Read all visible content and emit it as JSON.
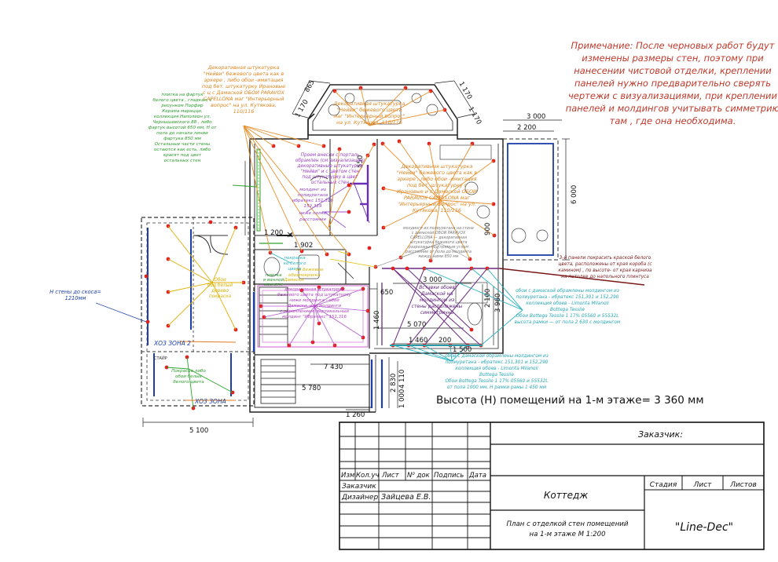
{
  "note": {
    "lines": [
      "Примечание: После  черновых работ будут",
      "изменены размеры стен, поэтому при",
      "нанесении чистовой отделки, креплении",
      "панелей нужно предварительно сверять",
      "чертежи с визуализациями, при креплении",
      "панелей и молдингов учитывать симметрию",
      "там , где она необходима."
    ],
    "color": "#c0392b"
  },
  "height_label": "Высота (Н) помещений на 1-м этаже= 3 360 мм",
  "dimensions": {
    "d1170a": "1 170",
    "d865": "865",
    "d1170b": "1 170",
    "d1170c": "1 170",
    "d3000a": "3 000",
    "d2200": "2 200",
    "d6000": "6 000",
    "d1200": "1 200",
    "d550": "550",
    "d900": "900",
    "d1902": "1 902",
    "d3000b": "3 000",
    "d650": "650",
    "d2100": "2 100",
    "d3960": "3 960",
    "d1460": "1 460",
    "d5070": "5 070",
    "d1460b": "1 460",
    "d200": "200",
    "d1500": "1 500",
    "d7430": "7 430",
    "d5780": "5 780",
    "d2830": "2 830",
    "d1260": "1 260",
    "d5100": "5 100",
    "d4110": "4 110",
    "d1000": "1 000"
  },
  "annotations": {
    "orange_a": [
      "Декоративная штукатурка",
      "\"Нейви\" бежевого цвета как в",
      "эркере , либо обои -имитация",
      "под бет. штукатурку Ирановые",
      "с ц с Дамаской ОБОИ PARAVOX",
      "CAPELLONA маг \"Интерьерный",
      "вопрос\" на ул. Кутякова,",
      "110/116"
    ],
    "orange_b": [
      "Декоративная штукатурка",
      "\"Нейви\" бежевого цвета",
      "маг \"Интерьерный вопрос\"",
      "на ул. Кутякова, 110/116"
    ],
    "orange_c": [
      "Декоративная штукатурка",
      "\"Нейви\" бежевого цвета как в",
      "эркере , либо обои -имитация",
      "под бет. штукатурку с",
      "Ирановые и с Дамаской ОБОИ",
      "PARAVOX CAPELLONA маг",
      "\"Интерьерный Вопрос\" на ул.",
      "Кутякова, 110/116"
    ],
    "green_left": [
      "плитка на фартук",
      "белого цвета , гладкая, с",
      "рисунком Порфир",
      "Керама марацци,",
      "коллекция Наполеон ул.",
      "Чернышевского 88 , либо",
      "фартук высотой 650 мм, Н от",
      "пола до начала линии",
      "фартука 850 мм",
      "Остальные части стены",
      "остаются как есть, либо",
      "красят под цвет",
      "остальных стен"
    ],
    "purple_mid": [
      "Проем внесли с порталь",
      "обрамлен (см визуализации)",
      "декоративные штукатурки",
      "\"Нейви\" и с цветом стен",
      "под штукатурку в цвет",
      "остальных стен"
    ],
    "purple_small": [
      "молдинг из",
      "полиуретана",
      "ибратекс 151,316",
      "152,319",
      "ниже полки",
      "расстояния"
    ],
    "yellow_small": [
      "обои",
      "Дамаски",
      "их бежевые",
      "покраска"
    ],
    "cyan_small": [
      "покраска",
      "ко белого",
      "цвета"
    ],
    "green_bath": [
      "плитка",
      "в ванной",
      "комнате"
    ],
    "yellow_hall": [
      "Обои",
      "под белый",
      "дерево",
      "покраска"
    ],
    "purple_hall": [
      "декоративная штукатурка",
      "бежевого цвета под штукатурку",
      "ниже молдинга - обои",
      "Дамаски, или молдинги",
      "с обрамлением, вертикальный",
      "молдинг \"Ибратекс\" 151,316"
    ],
    "gray_room": [
      "молдинги из полиуретана на стене",
      "с дамаской ОБОИ PARAVOX",
      "CAPELLONA — декоративная",
      "штукатурка бежевого цвета",
      "разрезаны под прямым углом",
      "расстояние от пола до молдинга",
      "между ними 850 мм"
    ],
    "purple_mid2": [
      "Вставки обоев",
      "Дамаской на",
      "молдингом из",
      "стены расположены",
      "симметрично"
    ],
    "maroon_right": [
      "3-й панели покрасить краской белого",
      "цвета, расположены от края короба (с",
      "каминoм) , по высоте- от края карниза",
      "на потолке до напольного плинтуса"
    ],
    "cyan_right": [
      "обои с дамаской обрамлены молдингом из",
      "полиуретана - ибратекс 151,301 и 152,290",
      "коллекция обоев - Limonta Milanoli",
      "Bottega Tessile",
      "Обои Bottega Tessile 1 17% 05560 и 55532L",
      "высота рамки — от пола 2 630 с молдингом"
    ],
    "cyan_bottom": [
      "обои с дамаской обрамлены молдингом из",
      "полиуретана - ибратекс 151,301 и 152,290",
      "коллекция обоев - Limonta Milanoli",
      "Bottega Tessile",
      "Обои Bottega Tessile 1 17% 05560 и 55532L",
      "от пола 1000 мм, Н рамки рамы 1 450 мм"
    ],
    "blue_left": [
      "Н стены до  скоса=",
      "1210мм"
    ],
    "zone_hoz2": "ХОЗ ЗОНА 2",
    "zone_hoz": "ХОЗ ЗОНА",
    "stairs_label": "СТАЙР",
    "green_stair": [
      "Покраска либо",
      "обои белые",
      "белого цвета"
    ],
    "ab_label": "Х"
  },
  "title_block": {
    "customer_label": "Заказчик:",
    "header_cells": [
      "Изм",
      "Кол.уч",
      "Лист",
      "N⁰ док",
      "Подпись",
      "Дата"
    ],
    "left_rows": [
      "Заказчик",
      "Дизайнер"
    ],
    "designer_name": "Зайцева Е.В.",
    "project_name": "Коттедж",
    "stage_headers": [
      "Стадия",
      "Лист",
      "Листов"
    ],
    "sheet_title": [
      "План с отделкой стен помещений",
      "на 1-м этаже  М 1:200"
    ],
    "company": "\"Line-Dec\""
  }
}
